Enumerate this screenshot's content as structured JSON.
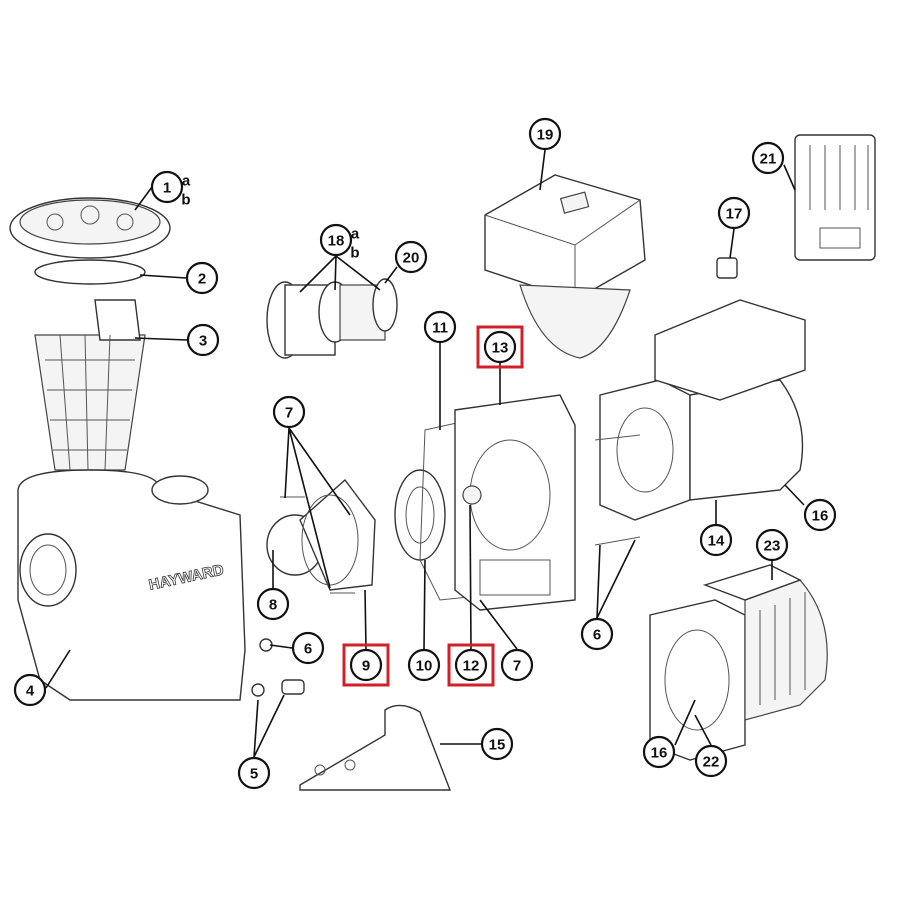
{
  "diagram": {
    "brand_text": "HAYWARD",
    "callouts": [
      {
        "id": "c1",
        "label": "1",
        "sub": [
          "a",
          "b"
        ]
      },
      {
        "id": "c2",
        "label": "2"
      },
      {
        "id": "c3",
        "label": "3"
      },
      {
        "id": "c4",
        "label": "4"
      },
      {
        "id": "c5",
        "label": "5"
      },
      {
        "id": "c6a",
        "label": "6"
      },
      {
        "id": "c7a",
        "label": "7"
      },
      {
        "id": "c8",
        "label": "8"
      },
      {
        "id": "c9",
        "label": "9",
        "highlighted": true
      },
      {
        "id": "c10",
        "label": "10"
      },
      {
        "id": "c11",
        "label": "11"
      },
      {
        "id": "c12",
        "label": "12",
        "highlighted": true
      },
      {
        "id": "c13",
        "label": "13",
        "highlighted": true
      },
      {
        "id": "c14",
        "label": "14"
      },
      {
        "id": "c15",
        "label": "15"
      },
      {
        "id": "c16a",
        "label": "16"
      },
      {
        "id": "c6b",
        "label": "6"
      },
      {
        "id": "c7b",
        "label": "7"
      },
      {
        "id": "c16b",
        "label": "16"
      },
      {
        "id": "c17",
        "label": "17"
      },
      {
        "id": "c18",
        "label": "18",
        "sub": [
          "a",
          "b"
        ]
      },
      {
        "id": "c19",
        "label": "19"
      },
      {
        "id": "c20",
        "label": "20"
      },
      {
        "id": "c21",
        "label": "21"
      },
      {
        "id": "c22",
        "label": "22"
      },
      {
        "id": "c23",
        "label": "23"
      }
    ],
    "highlight_color": "#d0202a"
  }
}
